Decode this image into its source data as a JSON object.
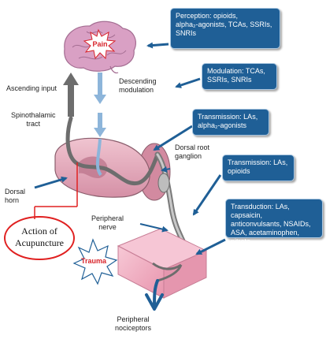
{
  "labels": {
    "pain": "Pain",
    "trauma": "Trauma",
    "ascending_input": "Ascending input",
    "descending_modulation_line1": "Descending",
    "descending_modulation_line2": "modulation",
    "spinothalamic_line1": "Spinothalamic",
    "spinothalamic_line2": "tract",
    "dorsal_root_line1": "Dorsal root",
    "dorsal_root_line2": "ganglion",
    "dorsal_horn_line1": "Dorsal",
    "dorsal_horn_line2": "horn",
    "peripheral_nerve_line1": "Peripheral",
    "peripheral_nerve_line2": "nerve",
    "peripheral_nociceptors_line1": "Peripheral",
    "peripheral_nociceptors_line2": "nociceptors",
    "acupuncture_line1": "Action of",
    "acupuncture_line2": "Acupuncture"
  },
  "boxes": {
    "perception": [
      "Perception: opioids,",
      "alpha₂-agonists, TCAs, SSRIs,",
      "SNRIs"
    ],
    "modulation": [
      "Modulation: TCAs,",
      "SSRIs, SNRIs"
    ],
    "transmission_1": [
      "Transmission: LAs,",
      "alpha₂-agonists"
    ],
    "transmission_2": [
      "Transmission: LAs,",
      "opioids"
    ],
    "transduction": [
      "Transduction: LAs, capsaicin,",
      "anticonvulsants, NSAIDs,",
      "ASA, acetaminophen, nitrate"
    ]
  },
  "colors": {
    "box_fill": "#1f5f96",
    "arrow_blue": "#1f5f96",
    "ascending_gray": "#6d6d6d",
    "descending_light_blue": "#8db5da",
    "spine_pink": "#e3aebe",
    "tissue_pink": "#f2b6c8",
    "pain_red": "#d8232a",
    "acupuncture_red": "#e02020"
  },
  "icons": [
    "brain-icon",
    "pain-burst-icon",
    "trauma-burst-icon",
    "spinal-cord-icon",
    "tissue-block-icon"
  ]
}
